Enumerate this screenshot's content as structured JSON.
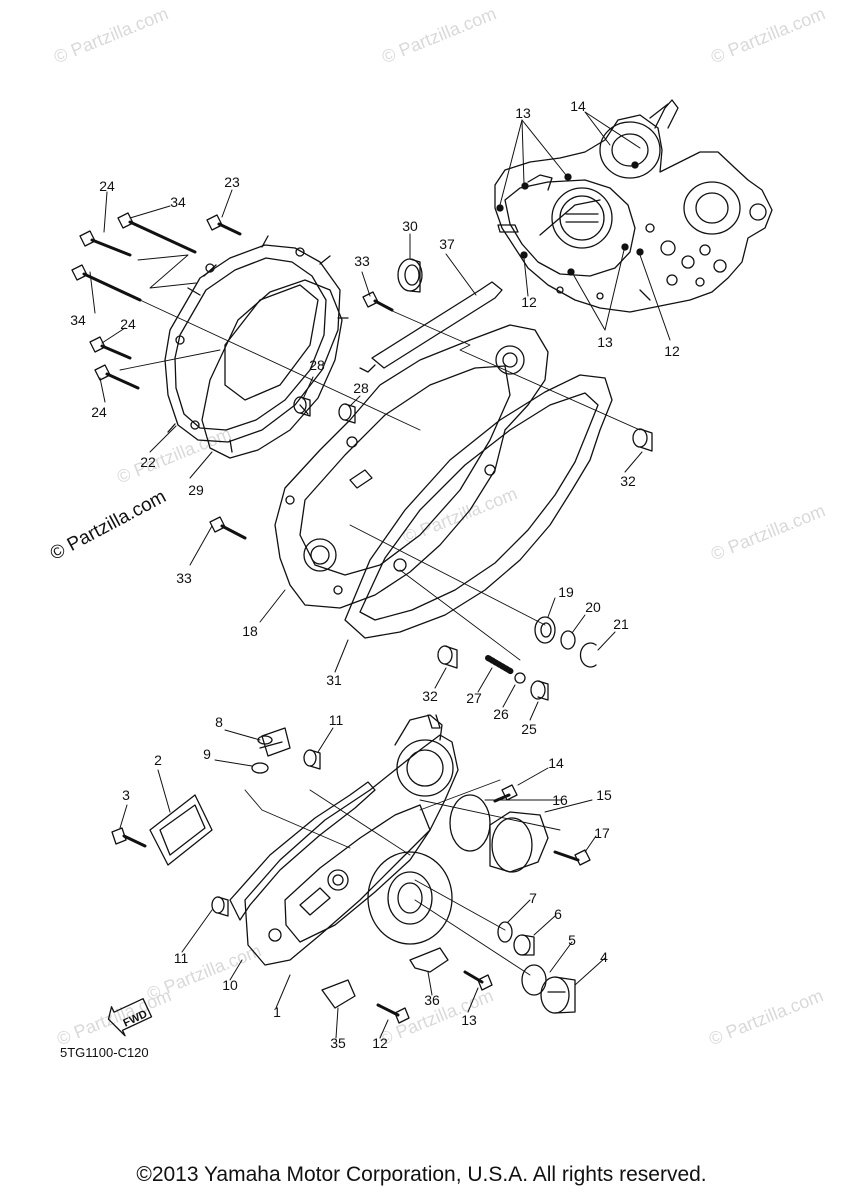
{
  "watermarks": [
    {
      "text": "© Partzilla.com"
    },
    {
      "text": "© Partzilla.com"
    },
    {
      "text": "© Partzilla.com"
    },
    {
      "text": "© Partzilla.com"
    },
    {
      "text": "© Partzilla.com"
    },
    {
      "text": "© Partzilla.com"
    },
    {
      "text": "© Partzilla.com"
    },
    {
      "text": "© Partzilla.com"
    },
    {
      "text": "© Partzilla.com"
    },
    {
      "text": "© Partzilla.com"
    }
  ],
  "main_watermark": "© Partzilla.com",
  "callouts": {
    "c1": "1",
    "c2": "2",
    "c3": "3",
    "c4": "4",
    "c5": "5",
    "c6": "6",
    "c7": "7",
    "c8": "8",
    "c9": "9",
    "c10": "10",
    "c11a": "11",
    "c11b": "11",
    "c12a": "12",
    "c12b": "12",
    "c12c": "12",
    "c13a": "13",
    "c13b": "13",
    "c13c": "13",
    "c14a": "14",
    "c14b": "14",
    "c15": "15",
    "c16": "16",
    "c17": "17",
    "c18": "18",
    "c19": "19",
    "c20": "20",
    "c21": "21",
    "c22": "22",
    "c23": "23",
    "c24a": "24",
    "c24b": "24",
    "c24c": "24",
    "c25": "25",
    "c26": "26",
    "c27": "27",
    "c28a": "28",
    "c28b": "28",
    "c29": "29",
    "c30": "30",
    "c31": "31",
    "c32a": "32",
    "c32b": "32",
    "c33a": "33",
    "c33b": "33",
    "c34a": "34",
    "c34b": "34",
    "c35": "35",
    "c36": "36",
    "c37": "37"
  },
  "fwd_label": "FWD",
  "reference_code": "5TG1100-C120",
  "copyright": "©2013 Yamaha Motor Corporation, U.S.A. All rights reserved."
}
